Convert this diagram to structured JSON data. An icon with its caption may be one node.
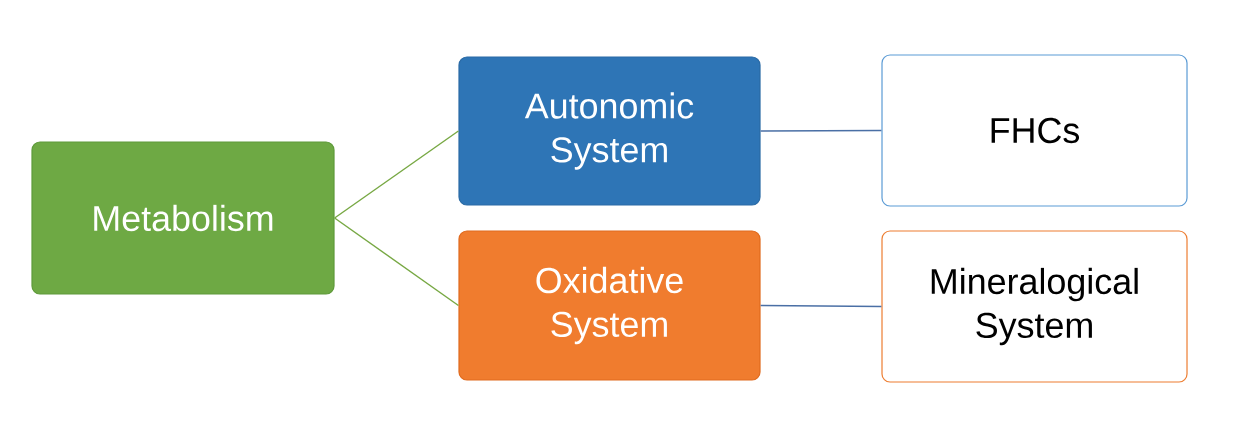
{
  "diagram": {
    "nodes": [
      {
        "text": [
          "Metabolism"
        ]
      },
      {
        "text": [
          "Autonomic System"
        ]
      },
      {
        "text": [
          "Oxidative System"
        ]
      },
      {
        "text": [
          "FHCs"
        ]
      },
      {
        "text": [
          "Mineralogical System"
        ]
      }
    ],
    "edges": [
      {
        "from": 0,
        "to": 1,
        "arrow": "none",
        "color": "#77a843"
      },
      {
        "from": 0,
        "to": 2,
        "arrow": "none",
        "color": "#77a843"
      },
      {
        "from": 1,
        "to": 3,
        "arrow": "none",
        "color": "#4a6fa5"
      },
      {
        "from": 2,
        "to": 4,
        "arrow": "none",
        "color": "#4a6fa5"
      }
    ]
  }
}
